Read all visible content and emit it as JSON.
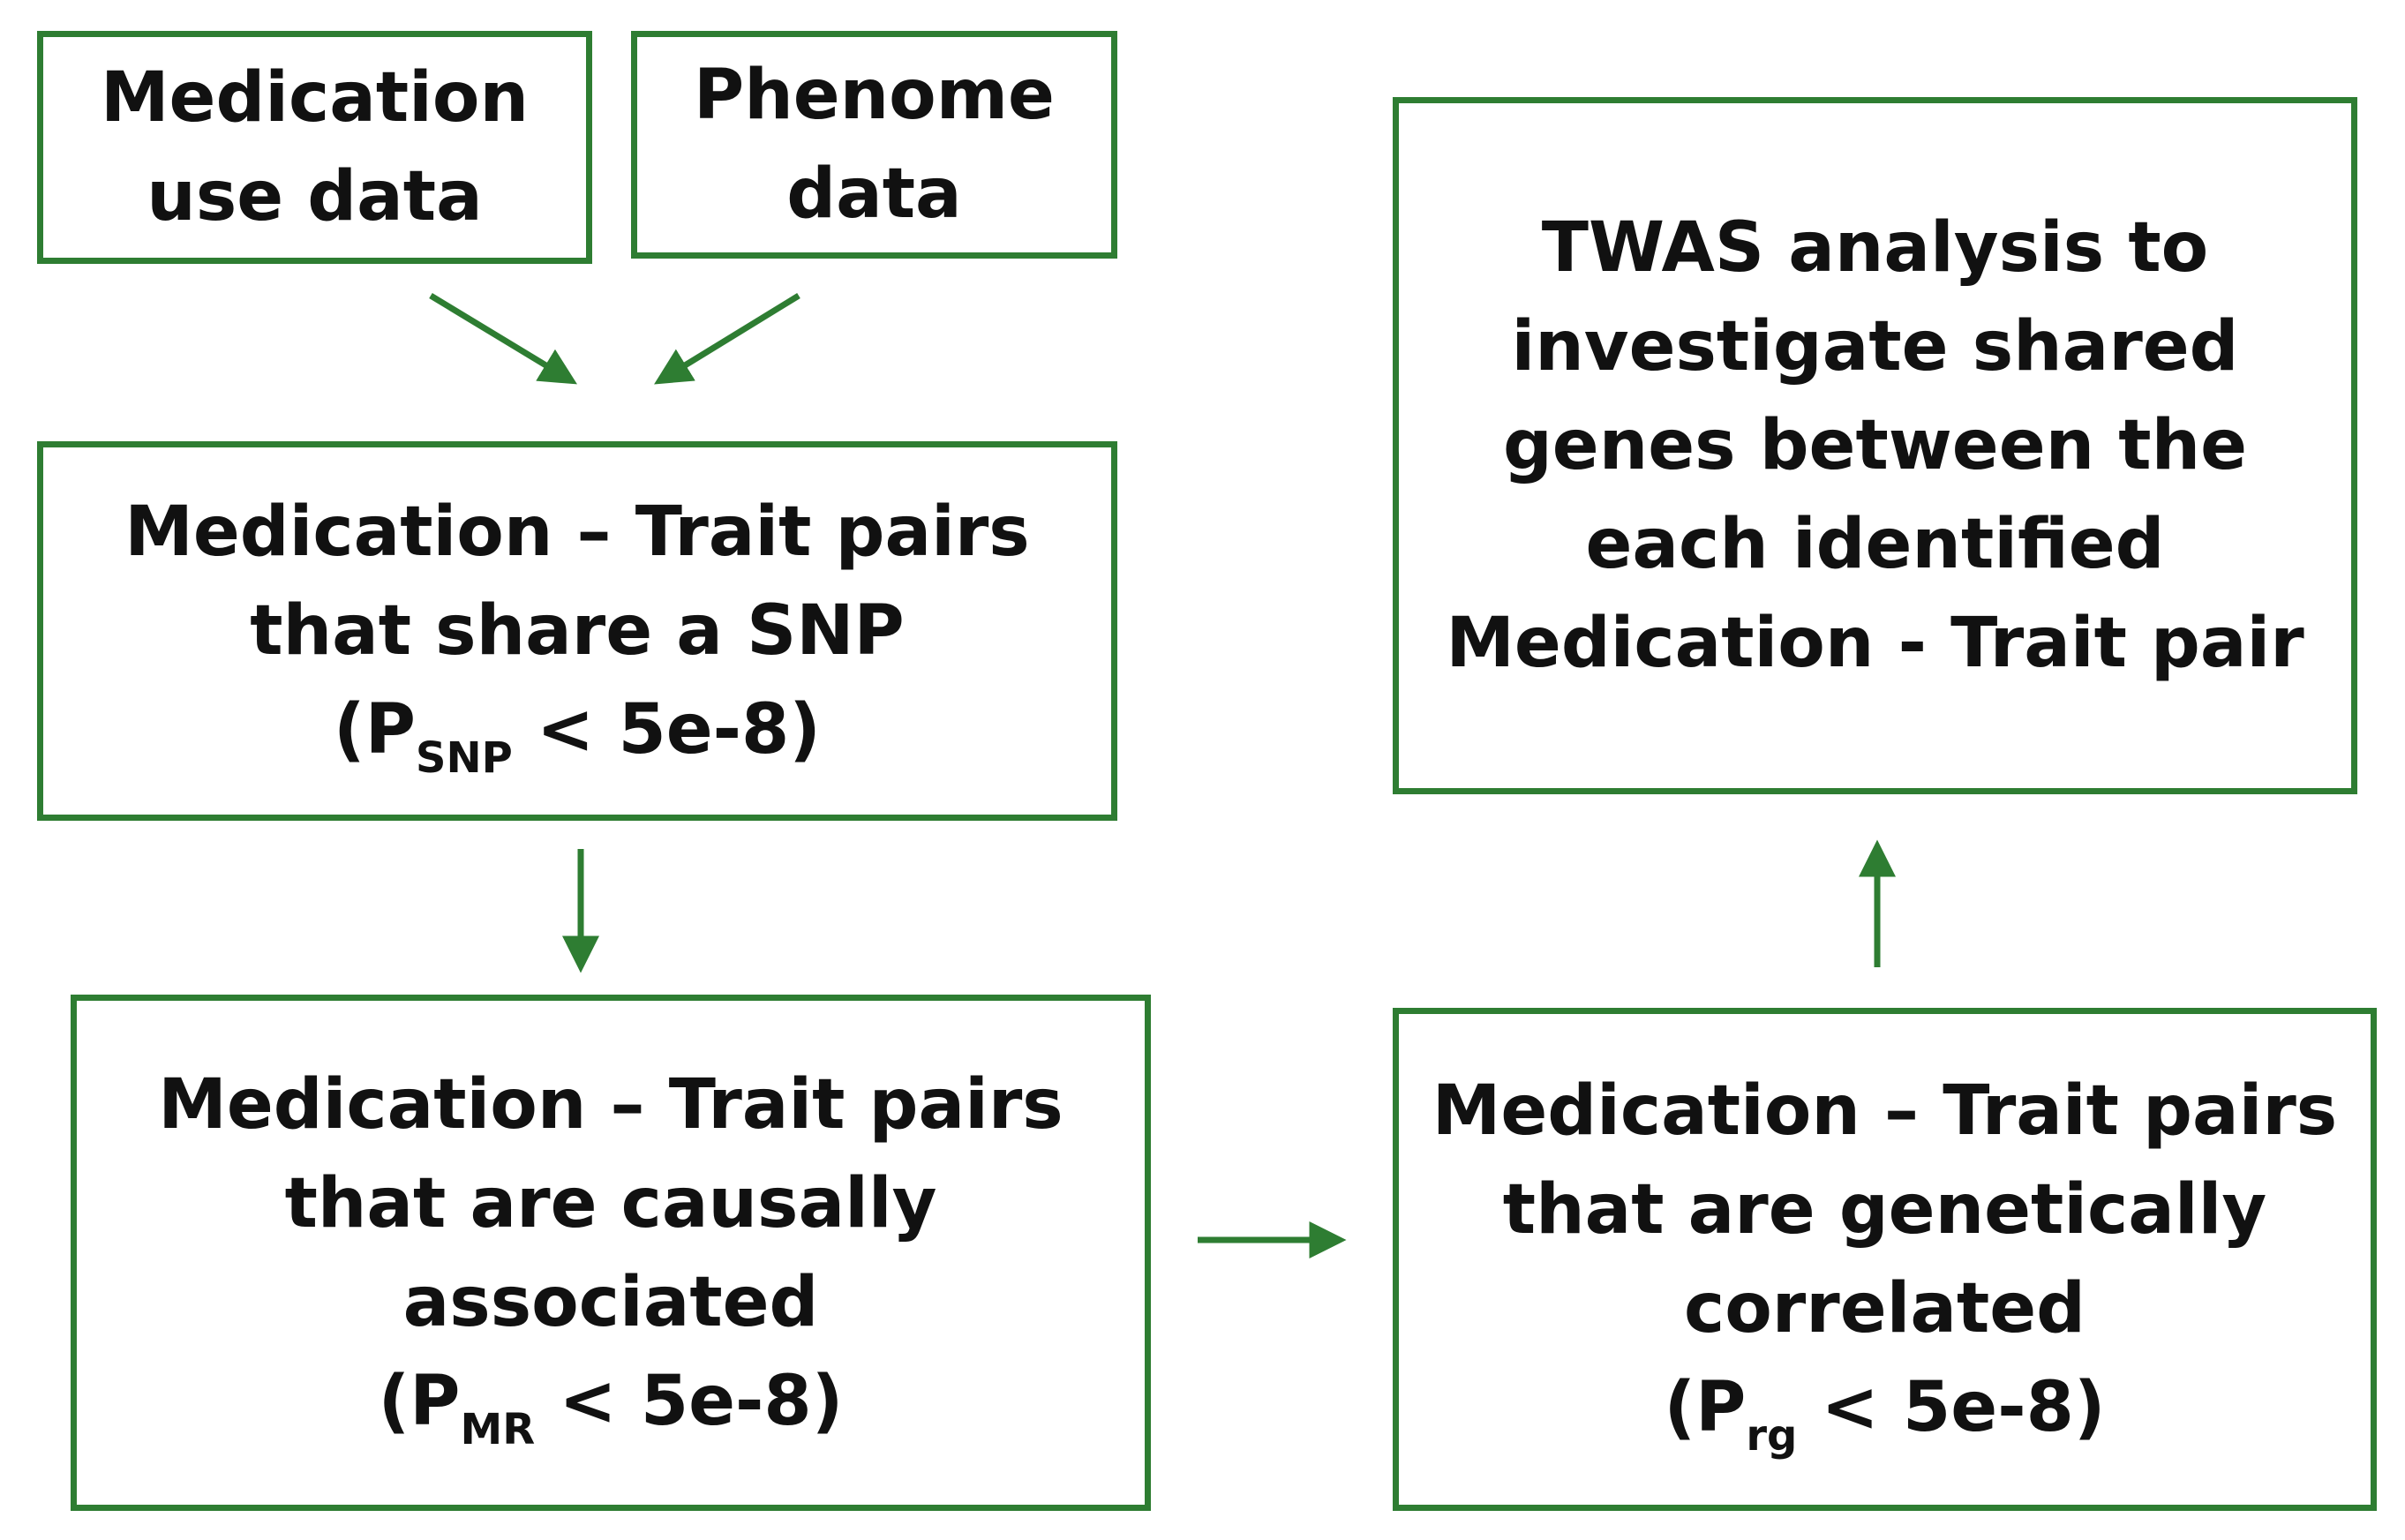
{
  "diagram": {
    "colors": {
      "border": "#2e7d32",
      "arrow": "#2e7d32",
      "text": "#111111"
    },
    "medication_box": {
      "lines": [
        "Medication",
        "use data"
      ]
    },
    "phenome_box": {
      "lines": [
        "Phenome",
        "data"
      ]
    },
    "snp_box": {
      "lines": [
        "Medication – Trait pairs",
        "that share a SNP"
      ],
      "p_prefix": "(P",
      "p_subscript": "SNP",
      "p_suffix": " < 5e-8)"
    },
    "mr_box": {
      "lines": [
        "Medication – Trait pairs",
        "that are causally",
        "associated"
      ],
      "p_prefix": "(P",
      "p_subscript": "MR",
      "p_suffix": " < 5e-8)"
    },
    "rg_box": {
      "lines": [
        "Medication – Trait pairs",
        "that are genetically",
        "correlated"
      ],
      "p_prefix": "(P",
      "p_subscript": "rg",
      "p_suffix": " < 5e-8)"
    },
    "twas_box": {
      "lines": [
        "TWAS analysis to",
        "investigate shared",
        "genes between the",
        "each identified",
        "Medication - Trait pair"
      ]
    }
  }
}
